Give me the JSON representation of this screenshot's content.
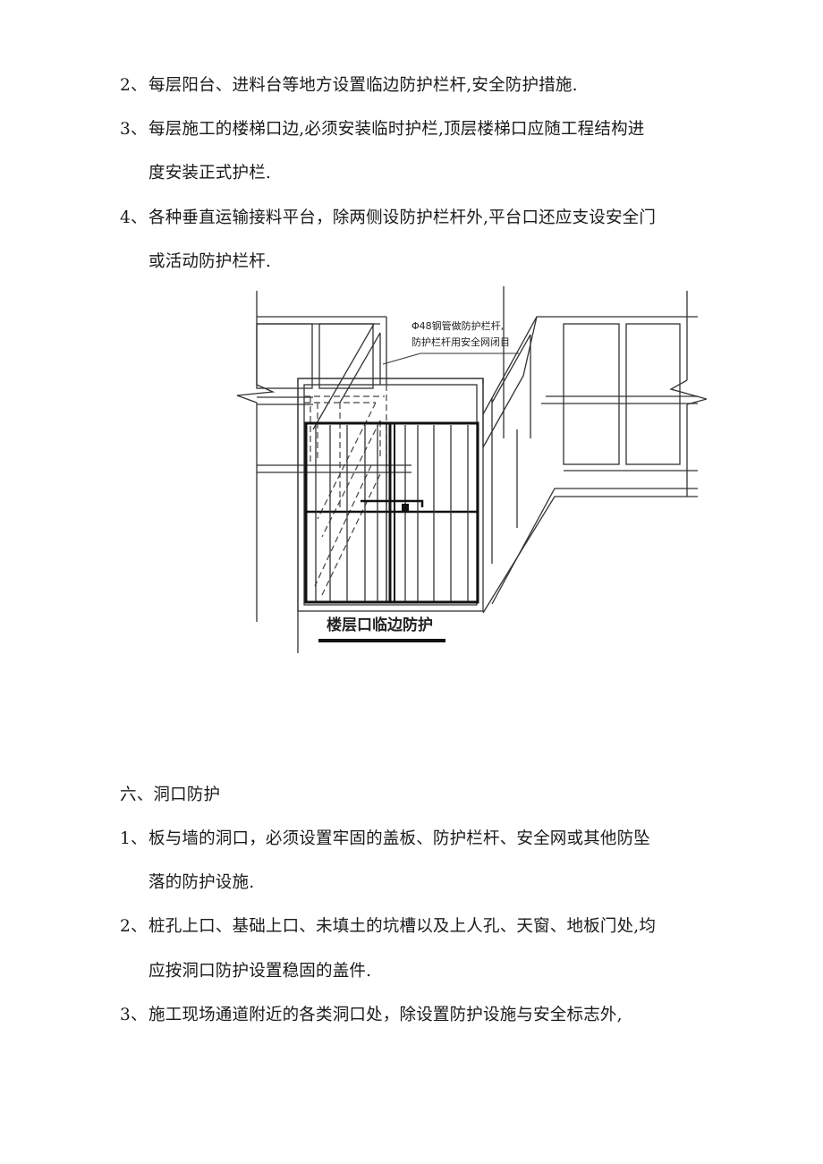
{
  "document": {
    "section5_items": [
      {
        "num": "2、",
        "lines": [
          "每层阳台、进料台等地方设置临边防护栏杆,安全防护措施."
        ]
      },
      {
        "num": "3、",
        "lines": [
          "每层施工的楼梯口边,必须安装临时护栏,顶层楼梯口应随工程结构进",
          "度安装正式护栏."
        ]
      },
      {
        "num": "4、",
        "lines": [
          "各种垂直运输接料平台，除两侧设防护栏杆外,平台口还应支设安全门",
          "或活动防护栏杆."
        ]
      }
    ],
    "figure": {
      "annotation_lines": [
        "Φ48钢管做防护栏杆,",
        "防护栏杆用安全网闭目"
      ],
      "caption": "楼层口临边防护"
    },
    "section6": {
      "heading": "六、洞口防护",
      "items": [
        {
          "num": "1、",
          "lines": [
            "板与墙的洞口，必须设置牢固的盖板、防护栏杆、安全网或其他防坠",
            "落的防护设施."
          ]
        },
        {
          "num": "2、",
          "lines": [
            "桩孔上口、基础上口、未填土的坑槽以及上人孔、天窗、地板门处,均",
            "应按洞口防护设置稳固的盖件."
          ]
        },
        {
          "num": "3、",
          "lines": [
            "施工现场通道附近的各类洞口处，除设置防护设施与安全标志外,"
          ]
        }
      ]
    }
  }
}
